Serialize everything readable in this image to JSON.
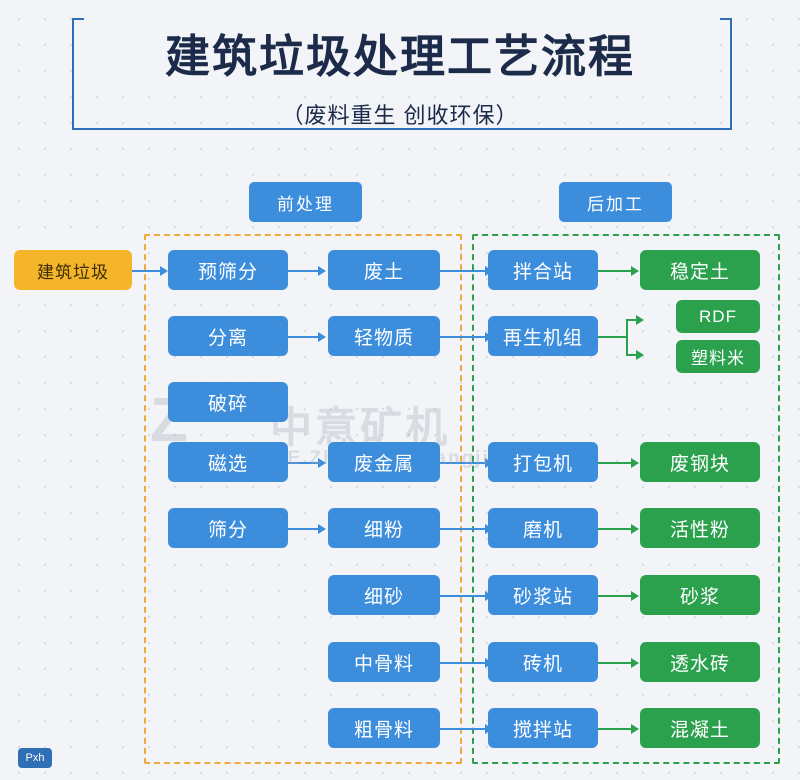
{
  "header": {
    "title": "建筑垃圾处理工艺流程",
    "subtitle": "（废料重生  创收环保）"
  },
  "sections": [
    {
      "id": "pre",
      "label": "前处理"
    },
    {
      "id": "post",
      "label": "后加工"
    }
  ],
  "nodes": {
    "source": "建筑垃圾",
    "pre_col1": [
      "预筛分",
      "分离",
      "破碎",
      "磁选",
      "筛分"
    ],
    "pre_col2": [
      "废土",
      "轻物质",
      "废金属",
      "细粉",
      "细砂",
      "中骨料",
      "粗骨料"
    ],
    "post_col1": [
      "拌合站",
      "再生机组",
      "打包机",
      "磨机",
      "砂浆站",
      "砖机",
      "搅拌站"
    ],
    "post_col2": [
      "稳定土",
      "RDF",
      "塑料米",
      "废钢块",
      "活性粉",
      "砂浆",
      "透水砖",
      "混凝土"
    ]
  },
  "watermark": {
    "logo": "Z",
    "main": "中意矿机",
    "sub": "ZOONYE  ZhongYi Kuangji"
  },
  "badge": {
    "label": "Pxh"
  },
  "colors": {
    "blue": "#3d8ddd",
    "green": "#2ba14e",
    "yellow": "#f5b52a",
    "frame_pre": "#f0a93b",
    "frame_post": "#2ba14e",
    "title": "#1c2b4a",
    "background": "#f2f4f7"
  }
}
